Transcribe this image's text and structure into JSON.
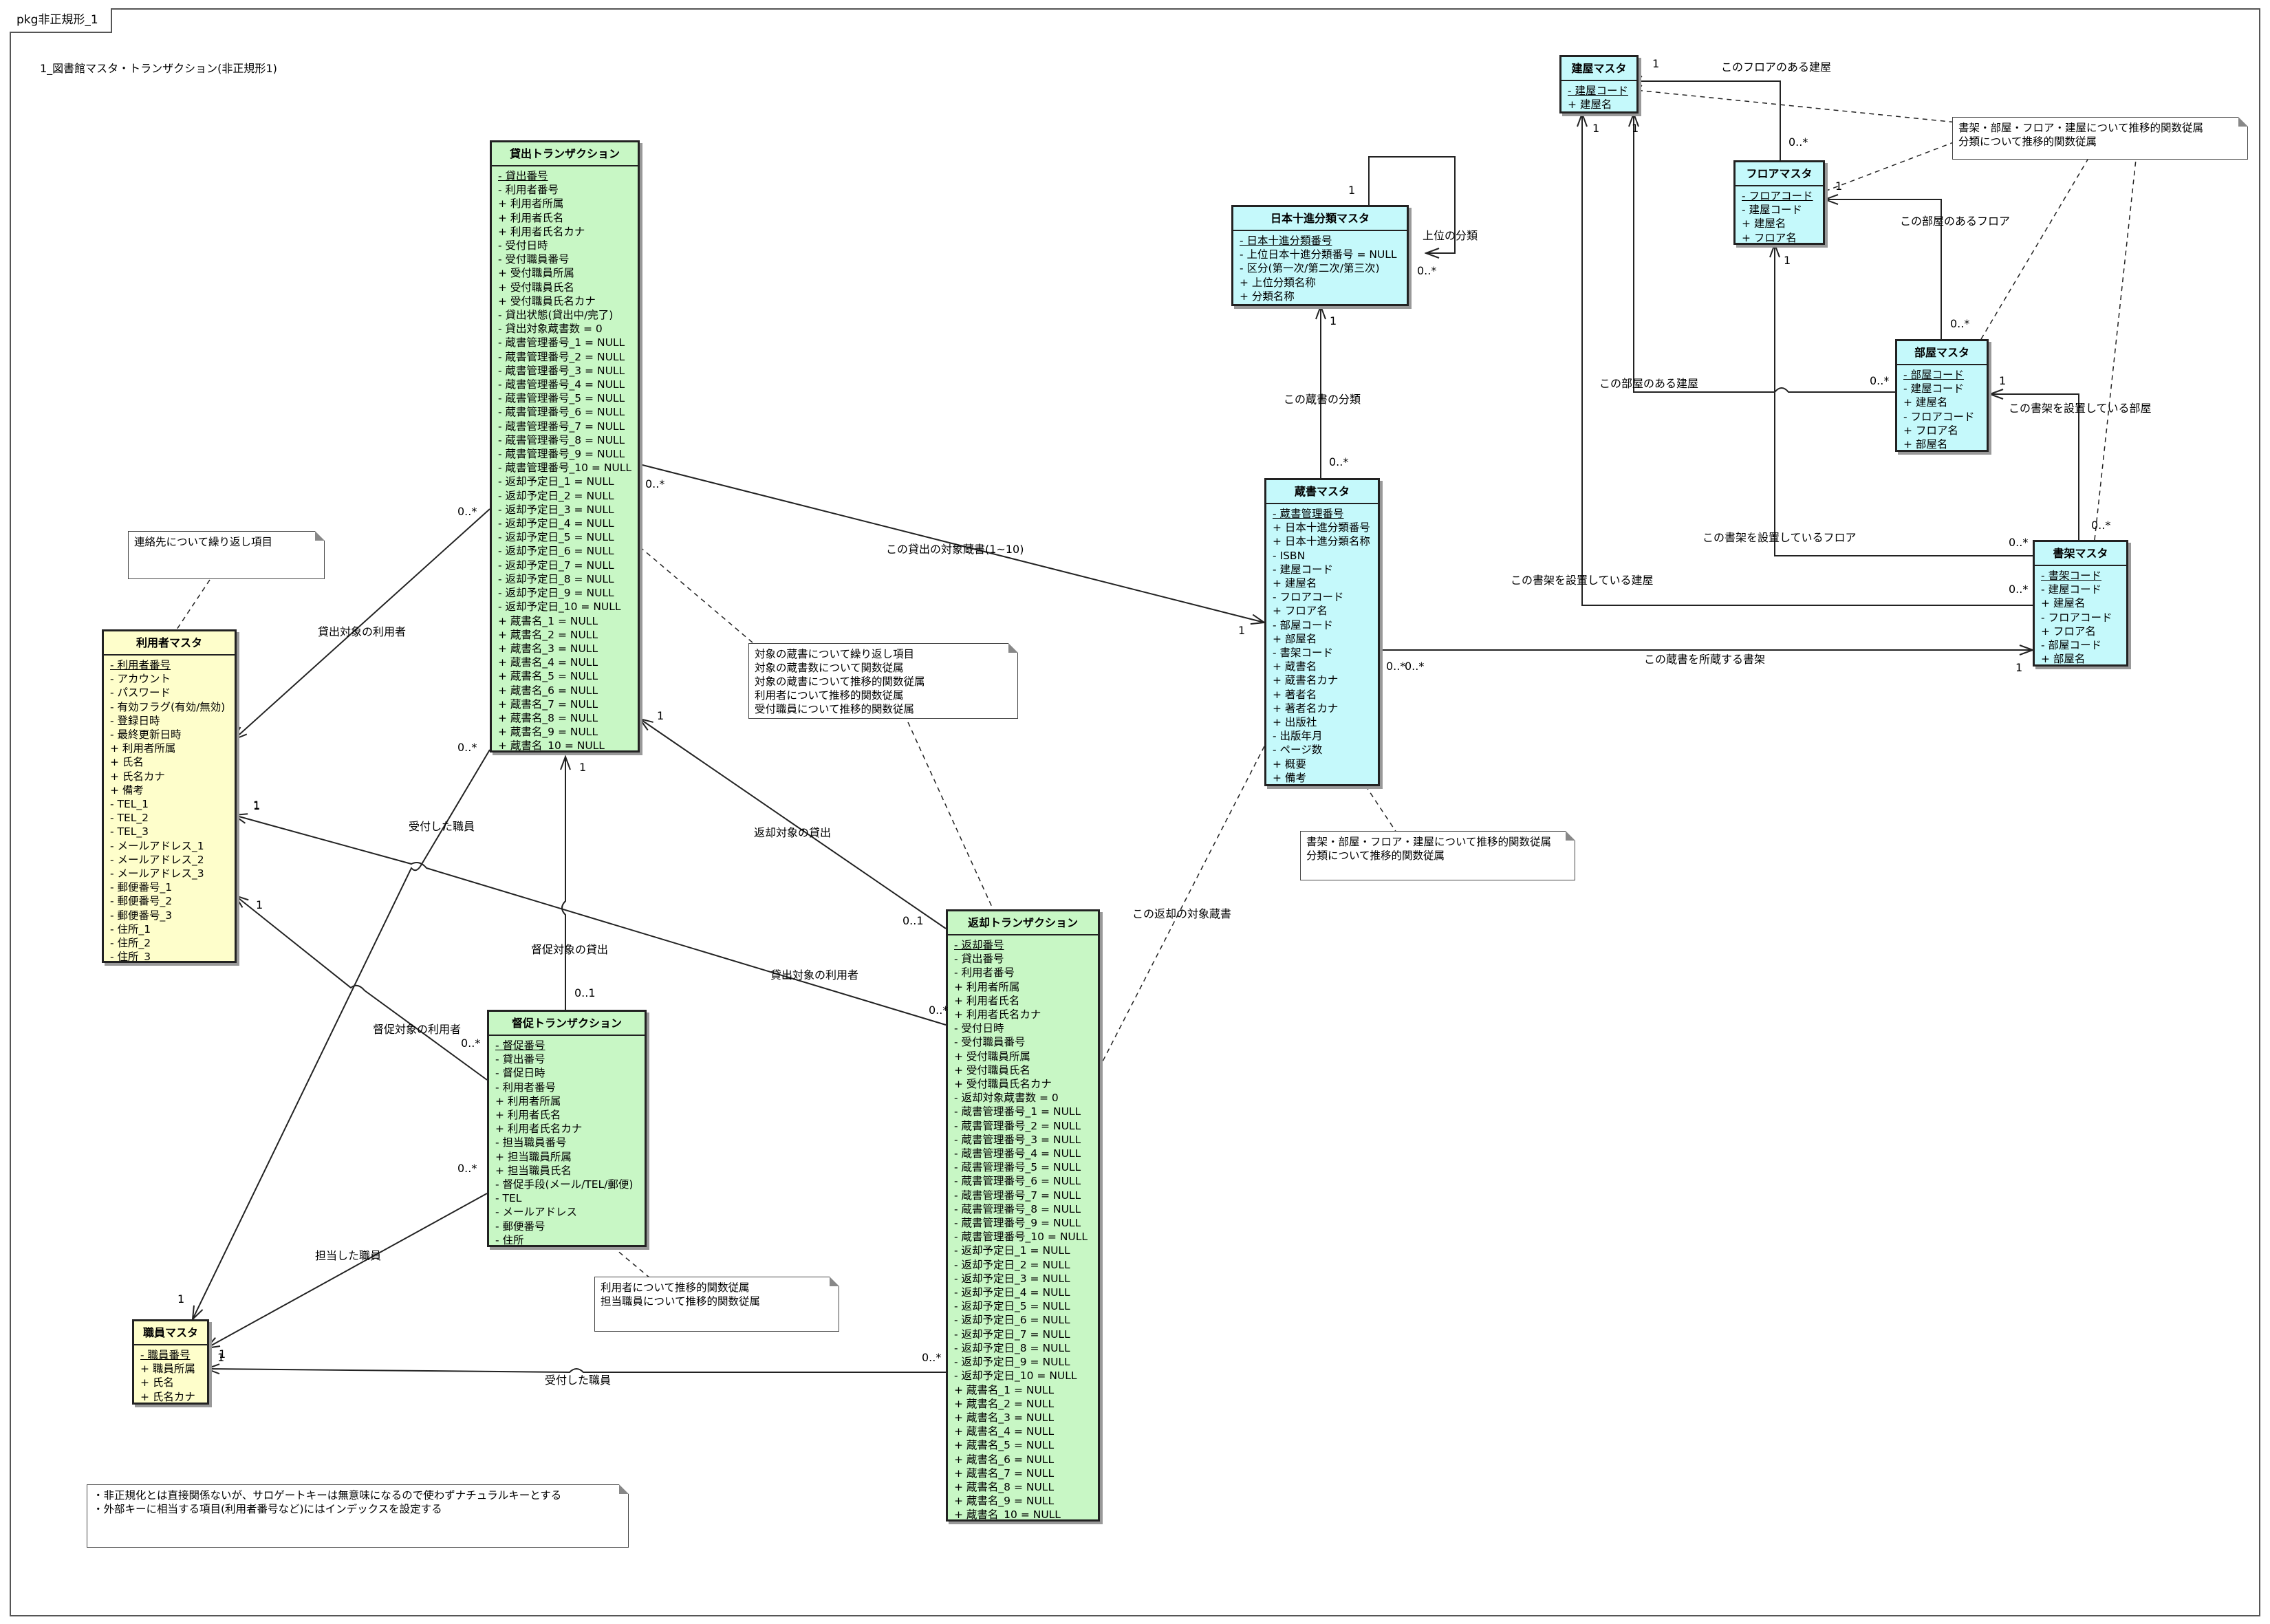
{
  "package_tab": "pkg非正規形_1",
  "diagram_title": "1_図書館マスタ・トランザクション(非正規形1)",
  "classes": {
    "lending": {
      "name": "貸出トランザクション",
      "attrs": [
        "- 貸出番号",
        "- 利用者番号",
        "+ 利用者所属",
        "+ 利用者氏名",
        "+ 利用者氏名カナ",
        "- 受付日時",
        "- 受付職員番号",
        "+ 受付職員所属",
        "+ 受付職員氏名",
        "+ 受付職員氏名カナ",
        "- 貸出状態(貸出中/完了)",
        "- 貸出対象蔵書数 = 0",
        "- 蔵書管理番号_1 = NULL",
        "- 蔵書管理番号_2 = NULL",
        "- 蔵書管理番号_3 = NULL",
        "- 蔵書管理番号_4 = NULL",
        "- 蔵書管理番号_5 = NULL",
        "- 蔵書管理番号_6 = NULL",
        "- 蔵書管理番号_7 = NULL",
        "- 蔵書管理番号_8 = NULL",
        "- 蔵書管理番号_9 = NULL",
        "- 蔵書管理番号_10 = NULL",
        "- 返却予定日_1 = NULL",
        "- 返却予定日_2 = NULL",
        "- 返却予定日_3 = NULL",
        "- 返却予定日_4 = NULL",
        "- 返却予定日_5 = NULL",
        "- 返却予定日_6 = NULL",
        "- 返却予定日_7 = NULL",
        "- 返却予定日_8 = NULL",
        "- 返却予定日_9 = NULL",
        "- 返却予定日_10 = NULL",
        "+ 蔵書名_1 = NULL",
        "+ 蔵書名_2 = NULL",
        "+ 蔵書名_3 = NULL",
        "+ 蔵書名_4 = NULL",
        "+ 蔵書名_5 = NULL",
        "+ 蔵書名_6 = NULL",
        "+ 蔵書名_7 = NULL",
        "+ 蔵書名_8 = NULL",
        "+ 蔵書名_9 = NULL",
        "+ 蔵書名_10 = NULL"
      ]
    },
    "user": {
      "name": "利用者マスタ",
      "attrs": [
        "- 利用者番号",
        "- アカウント",
        "- パスワード",
        "- 有効フラグ(有効/無効)",
        "- 登録日時",
        "- 最終更新日時",
        "+ 利用者所属",
        "+ 氏名",
        "+ 氏名カナ",
        "+ 備考",
        "- TEL_1",
        "- TEL_2",
        "- TEL_3",
        "- メールアドレス_1",
        "- メールアドレス_2",
        "- メールアドレス_3",
        "- 郵便番号_1",
        "- 郵便番号_2",
        "- 郵便番号_3",
        "- 住所_1",
        "- 住所_2",
        "- 住所_3"
      ]
    },
    "staff": {
      "name": "職員マスタ",
      "attrs": [
        "- 職員番号",
        "+ 職員所属",
        "+ 氏名",
        "+ 氏名カナ"
      ]
    },
    "reminder": {
      "name": "督促トランザクション",
      "attrs": [
        "- 督促番号",
        "- 貸出番号",
        "- 督促日時",
        "- 利用者番号",
        "+ 利用者所属",
        "+ 利用者氏名",
        "+ 利用者氏名カナ",
        "- 担当職員番号",
        "+ 担当職員所属",
        "+ 担当職員氏名",
        "- 督促手段(メール/TEL/郵便)",
        "- TEL",
        "- メールアドレス",
        "- 郵便番号",
        "- 住所"
      ]
    },
    "return": {
      "name": "返却トランザクション",
      "attrs": [
        "- 返却番号",
        "- 貸出番号",
        "- 利用者番号",
        "+ 利用者所属",
        "+ 利用者氏名",
        "+ 利用者氏名カナ",
        "- 受付日時",
        "- 受付職員番号",
        "+ 受付職員所属",
        "+ 受付職員氏名",
        "+ 受付職員氏名カナ",
        "- 返却対象蔵書数 = 0",
        "- 蔵書管理番号_1 = NULL",
        "- 蔵書管理番号_2 = NULL",
        "- 蔵書管理番号_3 = NULL",
        "- 蔵書管理番号_4 = NULL",
        "- 蔵書管理番号_5 = NULL",
        "- 蔵書管理番号_6 = NULL",
        "- 蔵書管理番号_7 = NULL",
        "- 蔵書管理番号_8 = NULL",
        "- 蔵書管理番号_9 = NULL",
        "- 蔵書管理番号_10 = NULL",
        "- 返却予定日_1 = NULL",
        "- 返却予定日_2 = NULL",
        "- 返却予定日_3 = NULL",
        "- 返却予定日_4 = NULL",
        "- 返却予定日_5 = NULL",
        "- 返却予定日_6 = NULL",
        "- 返却予定日_7 = NULL",
        "- 返却予定日_8 = NULL",
        "- 返却予定日_9 = NULL",
        "- 返却予定日_10 = NULL",
        "+ 蔵書名_1 = NULL",
        "+ 蔵書名_2 = NULL",
        "+ 蔵書名_3 = NULL",
        "+ 蔵書名_4 = NULL",
        "+ 蔵書名_5 = NULL",
        "+ 蔵書名_6 = NULL",
        "+ 蔵書名_7 = NULL",
        "+ 蔵書名_8 = NULL",
        "+ 蔵書名_9 = NULL",
        "+ 蔵書名_10 = NULL"
      ]
    },
    "ndc": {
      "name": "日本十進分類マスタ",
      "attrs": [
        "- 日本十進分類番号",
        "- 上位日本十進分類番号 = NULL",
        "- 区分(第一次/第二次/第三次)",
        "+ 上位分類名称",
        "+ 分類名称"
      ]
    },
    "book": {
      "name": "蔵書マスタ",
      "attrs": [
        "- 蔵書管理番号",
        "+ 日本十進分類番号",
        "+ 日本十進分類名称",
        "- ISBN",
        "- 建屋コード",
        "+ 建屋名",
        "- フロアコード",
        "+ フロア名",
        "- 部屋コード",
        "+ 部屋名",
        "- 書架コード",
        "+ 蔵書名",
        "+ 蔵書名カナ",
        "+ 著者名",
        "+ 著者名カナ",
        "+ 出版社",
        "- 出版年月",
        "- ページ数",
        "+ 概要",
        "+ 備考"
      ]
    },
    "building": {
      "name": "建屋マスタ",
      "attrs": [
        "- 建屋コード",
        "+ 建屋名"
      ]
    },
    "floor": {
      "name": "フロアマスタ",
      "attrs": [
        "- フロアコード",
        "- 建屋コード",
        "+ 建屋名",
        "+ フロア名"
      ]
    },
    "room": {
      "name": "部屋マスタ",
      "attrs": [
        "- 部屋コード",
        "- 建屋コード",
        "+ 建屋名",
        "- フロアコード",
        "+ フロア名",
        "+ 部屋名"
      ]
    },
    "shelf": {
      "name": "書架マスタ",
      "attrs": [
        "- 書架コード",
        "- 建屋コード",
        "+ 建屋名",
        "- フロアコード",
        "+ フロア名",
        "- 部屋コード",
        "+ 部屋名"
      ]
    }
  },
  "notes": {
    "contact": [
      "連絡先について繰り返し項目"
    ],
    "lending": [
      "対象の蔵書について繰り返し項目",
      "対象の蔵書数について関数従属",
      "対象の蔵書について推移的関数従属",
      "利用者について推移的関数従属",
      "受付職員について推移的関数従属"
    ],
    "book": [
      "書架・部屋・フロア・建屋について推移的関数従属",
      "分類について推移的関数従属"
    ],
    "location": [
      "書架・部屋・フロア・建屋について推移的関数従属",
      "分類について推移的関数従属"
    ],
    "reminder": [
      "利用者について推移的関数従属",
      "担当職員について推移的関数従属"
    ],
    "general": [
      "・非正規化とは直接関係ないが、サロゲートキーは無意味になるので使わずナチュラルキーとする",
      "・外部キーに相当する項目(利用者番号など)にはインデックスを設定する"
    ]
  },
  "associations": {
    "lending_user": "貸出対象の利用者",
    "lending_book": "この貸出の対象蔵書(1~10)",
    "lending_staff": "受付した職員",
    "reminder_lending": "督促対象の貸出",
    "reminder_user": "督促対象の利用者",
    "reminder_staff": "担当した職員",
    "return_lending": "返却対象の貸出",
    "return_user": "貸出対象の利用者",
    "return_staff": "受付した職員",
    "return_book": "この返却の対象蔵書",
    "book_ndc": "この蔵書の分類",
    "ndc_self": "上位の分類",
    "book_shelf": "この蔵書を所蔵する書架",
    "floor_building": "このフロアのある建屋",
    "room_floor": "この部屋のあるフロア",
    "room_building": "この部屋のある建屋",
    "shelf_room": "この書架を設置している部屋",
    "shelf_floor": "この書架を設置しているフロア",
    "shelf_building": "この書架を設置している建屋"
  },
  "multiplicities": {
    "m_lu_l": "0..*",
    "m_lu_u": "1",
    "m_lb_l": "0..*",
    "m_lb_b": "1",
    "m_ls_l": "0..*",
    "m_ls_s": "1",
    "m_rl_r": "0..1",
    "m_rl_l": "1",
    "m_ru_r": "0..*",
    "m_ru_u": "1",
    "m_rs_r": "0..*",
    "m_rs_s": "1",
    "m_rtl_r": "0..1",
    "m_rtl_l": "1",
    "m_rtu_r": "0..*",
    "m_rtu_u": "1",
    "m_rts_r": "0..*",
    "m_rts_s": "1",
    "m_bn_b": "0..*",
    "m_bn_n": "1",
    "m_ns_a": "1",
    "m_ns_b": "0..*",
    "m_bs_b": "0..*",
    "m_bs_s": "1",
    "m_fb_f": "0..*",
    "m_fb_b": "1",
    "m_rf_r": "0..*",
    "m_rf_f": "1",
    "m_rb_r": "0..*",
    "m_rb_b": "1",
    "m_sr_s": "0..*",
    "m_sr_r": "1",
    "m_sf_s": "0..*",
    "m_sf_f": "1",
    "m_sb_s": "0..*",
    "m_sb_b": "1",
    "m_ln_s": "0..*"
  }
}
